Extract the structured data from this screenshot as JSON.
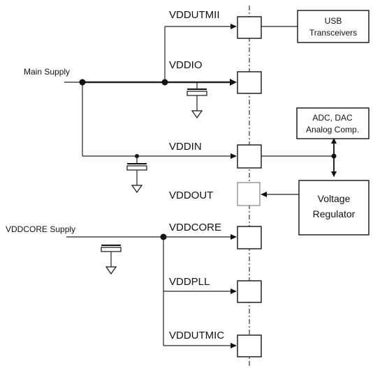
{
  "supplies": {
    "main": "Main Supply",
    "core": "VDDCORE Supply"
  },
  "pins": {
    "vddutmii": "VDDUTMII",
    "vddio": "VDDIO",
    "vddin": "VDDIN",
    "vddout": "VDDOUT",
    "vddcore": "VDDCORE",
    "vddpll": "VDDPLL",
    "vddutmic": "VDDUTMIC"
  },
  "blocks": {
    "usb_line1": "USB",
    "usb_line2": "Transceivers",
    "adc_line1": "ADC, DAC",
    "adc_line2": "Analog Comp.",
    "vr_line1": "Voltage",
    "vr_line2": "Regulator"
  }
}
